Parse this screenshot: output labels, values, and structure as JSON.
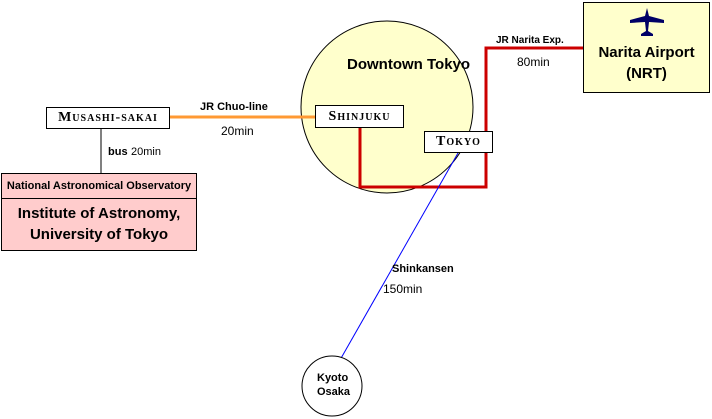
{
  "downtown": {
    "label": "Downtown Tokyo",
    "fill": "#ffffcc"
  },
  "stations": {
    "musashi_sakai": "Musashi-sakai",
    "shinjuku": "Shinjuku",
    "tokyo": "Tokyo",
    "kyoto_osaka": [
      "Kyoto",
      "Osaka"
    ]
  },
  "airport": {
    "lines": [
      "Narita Airport",
      "(NRT)"
    ],
    "icon": "airplane-icon",
    "fill": "#ffffcc"
  },
  "institute": {
    "header": "National Astronomical Observatory",
    "name_lines": [
      "Institute of Astronomy,",
      "University of Tokyo"
    ],
    "fill": "#ffcccc"
  },
  "routes": {
    "chuo": {
      "name": "JR Chuo-line",
      "time": "20min",
      "color": "#ff9933"
    },
    "narita": {
      "name": "JR Narita Exp.",
      "time": "80min",
      "color": "#cc0000"
    },
    "shinkansen": {
      "name": "Shinkansen",
      "time": "150min",
      "color": "#0000ff"
    },
    "bus": {
      "name": "bus",
      "time": "20min",
      "color": "#000000"
    }
  }
}
